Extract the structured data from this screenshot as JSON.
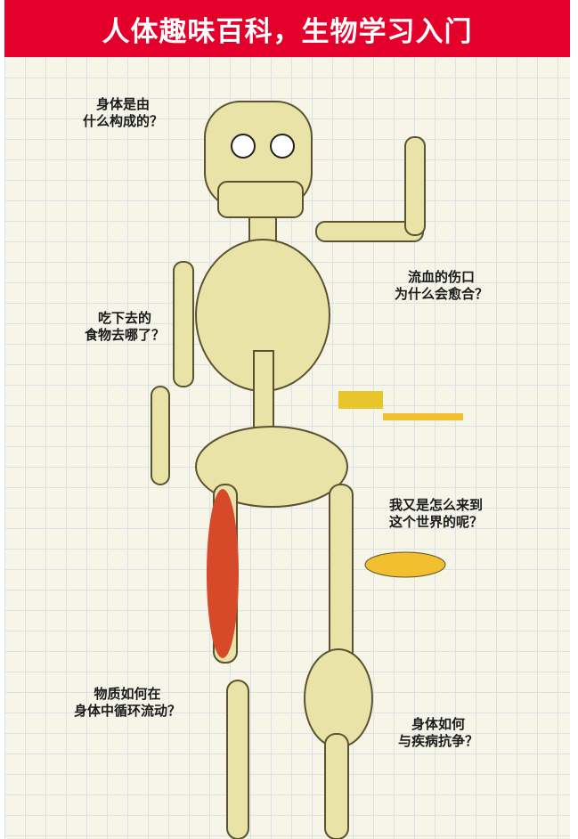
{
  "banner": {
    "title": "人体趣味百科，生物学习入门"
  },
  "questions": [
    {
      "line1": "身体是由",
      "line2": "什么构成的？"
    },
    {
      "line1": "流血的伤口",
      "line2": "为什么会愈合？"
    },
    {
      "line1": "吃下去的",
      "line2": "食物去哪了？"
    },
    {
      "line1": "我又是怎么来到",
      "line2": "这个世界的呢？"
    },
    {
      "line1": "物质如何在",
      "line2": "身体中循环流动？"
    },
    {
      "line1": "身体如何",
      "line2": "与疾病抗争？"
    }
  ],
  "colors": {
    "banner": "#e4002b",
    "bone": "#e9e3a8",
    "grid": "#d9e3e6"
  }
}
